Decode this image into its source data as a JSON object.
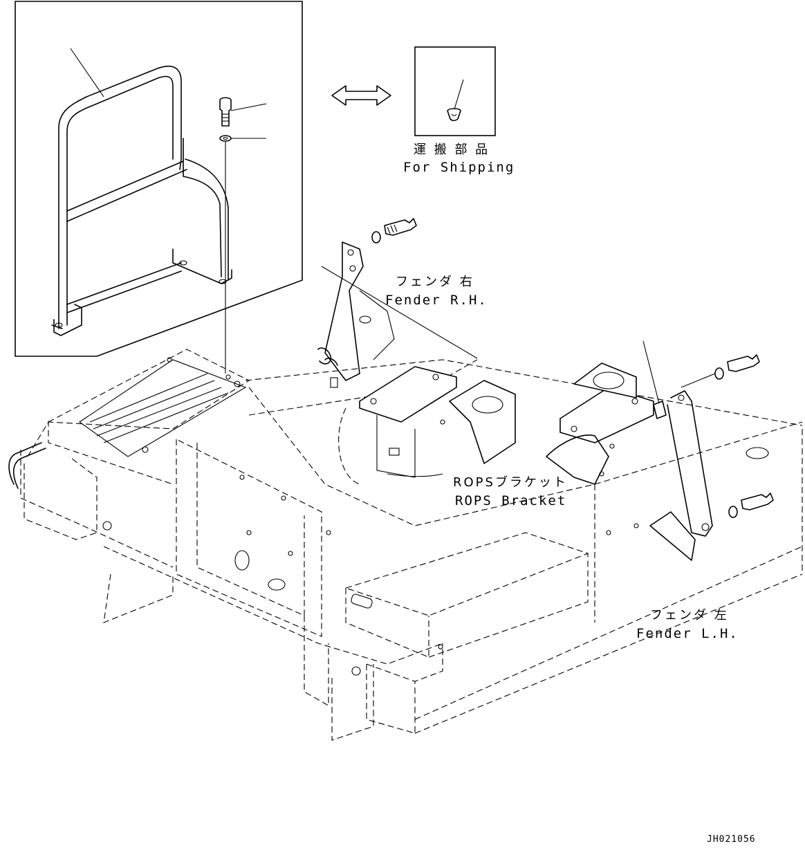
{
  "labels": {
    "shipping_jp": "運 搬 部 品",
    "shipping_en": "For Shipping",
    "fender_rh_jp": "フェンダ 右",
    "fender_rh_en": "Fender R.H.",
    "rops_jp": "ROPSブラケット",
    "rops_en": "ROPS Bracket",
    "fender_lh_jp": "フェンダ 左",
    "fender_lh_en": "Fender L.H.",
    "drawing_code": "JH021056"
  },
  "icons": {
    "transfer_arrow": "double-arrow-icon",
    "cap": "protective-cap-icon"
  }
}
